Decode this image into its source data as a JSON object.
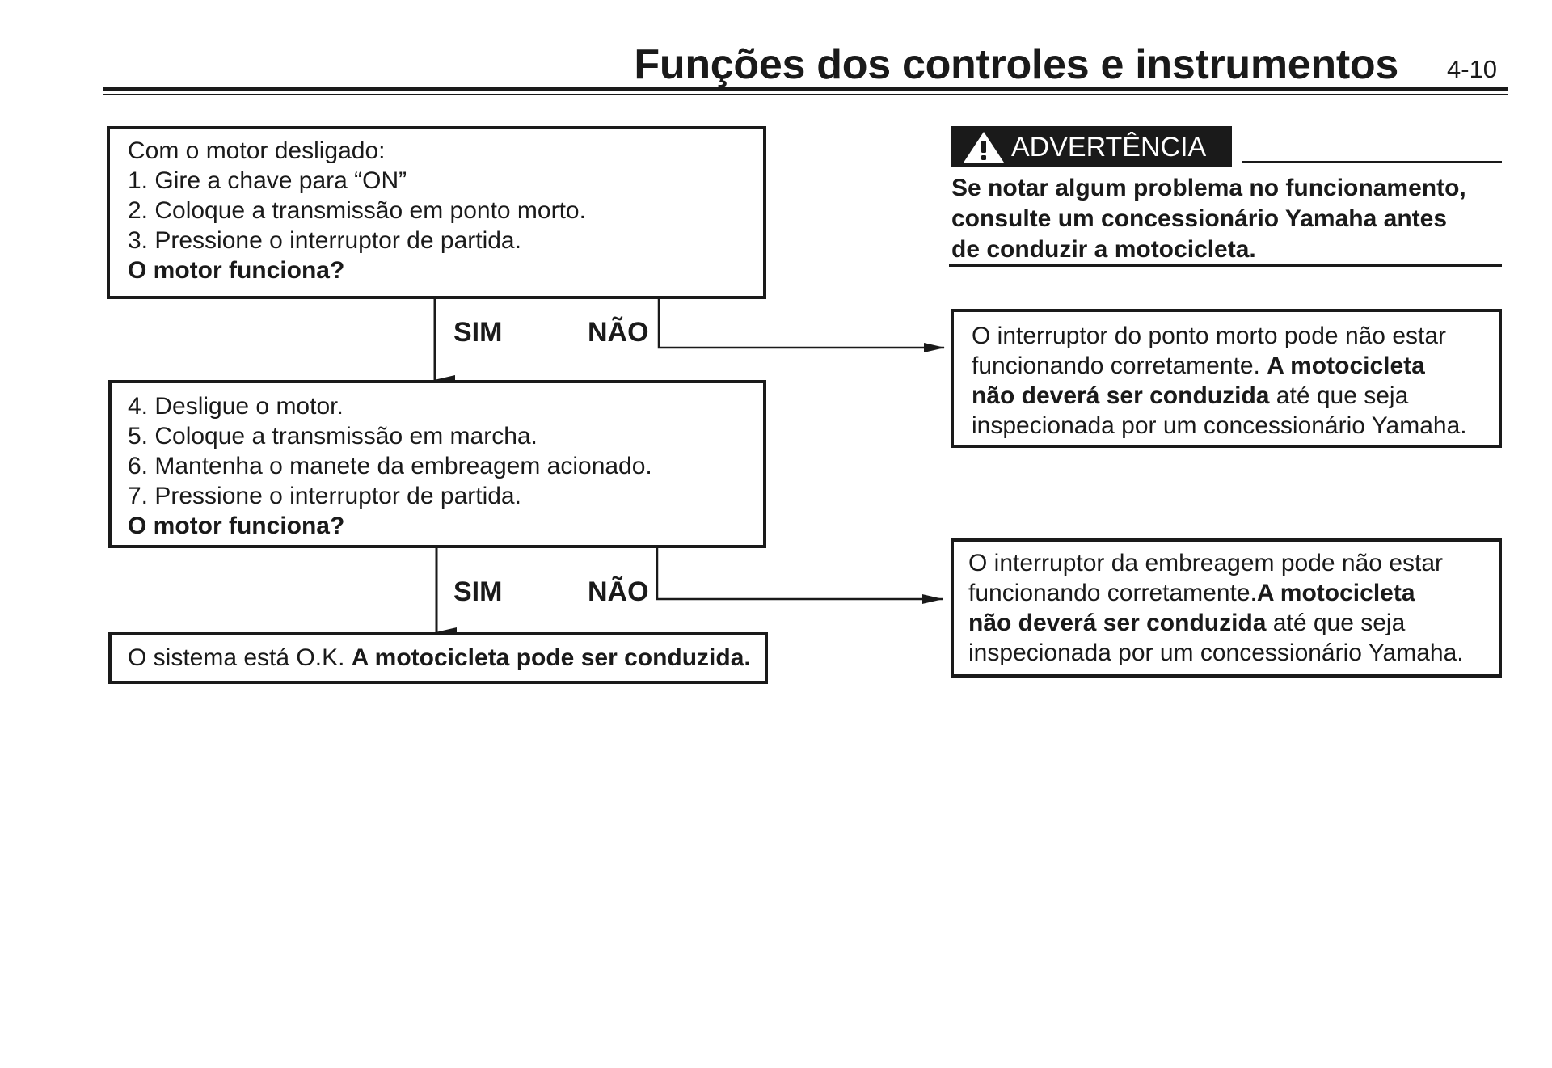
{
  "header": {
    "title": "Funções dos controles e instrumentos",
    "page_number": "4-10"
  },
  "flow": {
    "box1": {
      "lines": [
        "Com o motor desligado:",
        "1. Gire a chave para “ON”",
        "2. Coloque a transmissão em ponto morto.",
        "3. Pressione o interruptor de partida."
      ],
      "question": "O motor funciona?"
    },
    "box2": {
      "lines": [
        "4. Desligue o motor.",
        "5. Coloque a transmissão em marcha.",
        "6. Mantenha o manete da embreagem acionado.",
        "7. Pressione o interruptor de partida."
      ],
      "question": "O motor funciona?"
    },
    "box3": {
      "text": "O sistema está O.K.",
      "bold": "A motocicleta pode ser conduzida."
    },
    "yes_label": "SIM",
    "no_label": "NÃO"
  },
  "warning": {
    "tag": "ADVERTÊNCIA",
    "icon": "warning-triangle-icon",
    "lines": [
      "Se notar algum problema no funcionamento,",
      "consulte um concessionário Yamaha antes",
      "de conduzir a motocicleta."
    ]
  },
  "results": {
    "neutral_switch": {
      "line1": "O interruptor do ponto morto pode não estar",
      "line2_a": "funcionando corretamente.",
      "line2_b": "A motocicleta",
      "line3_a": "não deverá ser conduzida",
      "line3_b": "até que seja",
      "line4": "inspecionada por um concessionário Yamaha."
    },
    "clutch_switch": {
      "line1": "O interruptor da embreagem pode não estar",
      "line2_a": "funcionando corretamente.",
      "line2_b": "A motocicleta",
      "line3_a": "não deverá ser conduzida",
      "line3_b": "até que seja",
      "line4": "inspecionada por um concessionário Yamaha."
    }
  }
}
